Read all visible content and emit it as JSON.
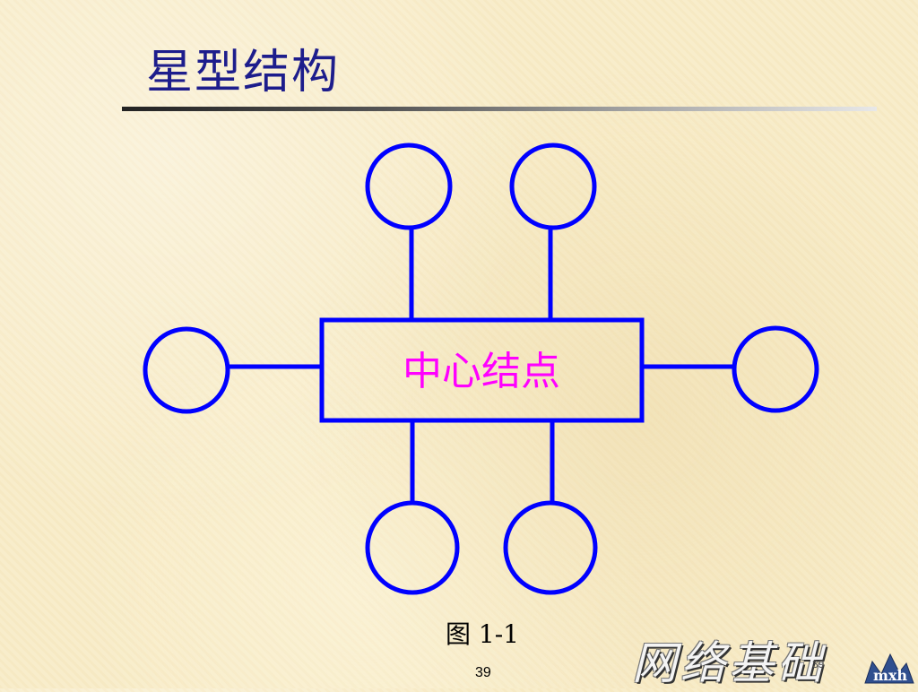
{
  "slide": {
    "title": "星型结构",
    "caption": "图 1-1",
    "watermark": "网络基础",
    "page_number": "39",
    "page_number_small": "39"
  },
  "diagram": {
    "center_label": "中心结点",
    "stroke_color": "#0000ff",
    "label_color": "#ff00ff",
    "logo_text": "mxh"
  }
}
